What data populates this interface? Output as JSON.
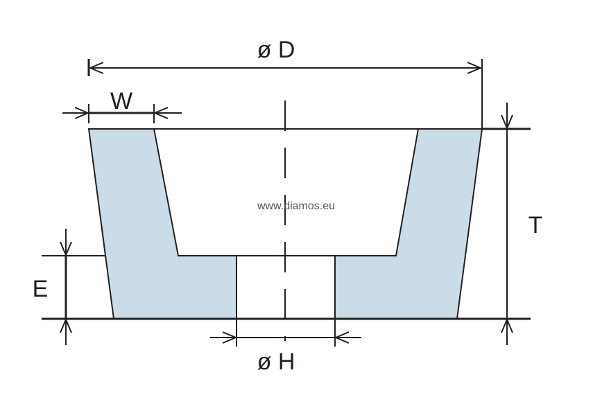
{
  "labels": {
    "diameter_outer": "ø D",
    "width": "W",
    "thickness": "T",
    "depth": "E",
    "diameter_hole": "ø H"
  },
  "watermark": "www.diamos.eu",
  "colors": {
    "fill": "#c9dce7",
    "line": "#231f20"
  }
}
